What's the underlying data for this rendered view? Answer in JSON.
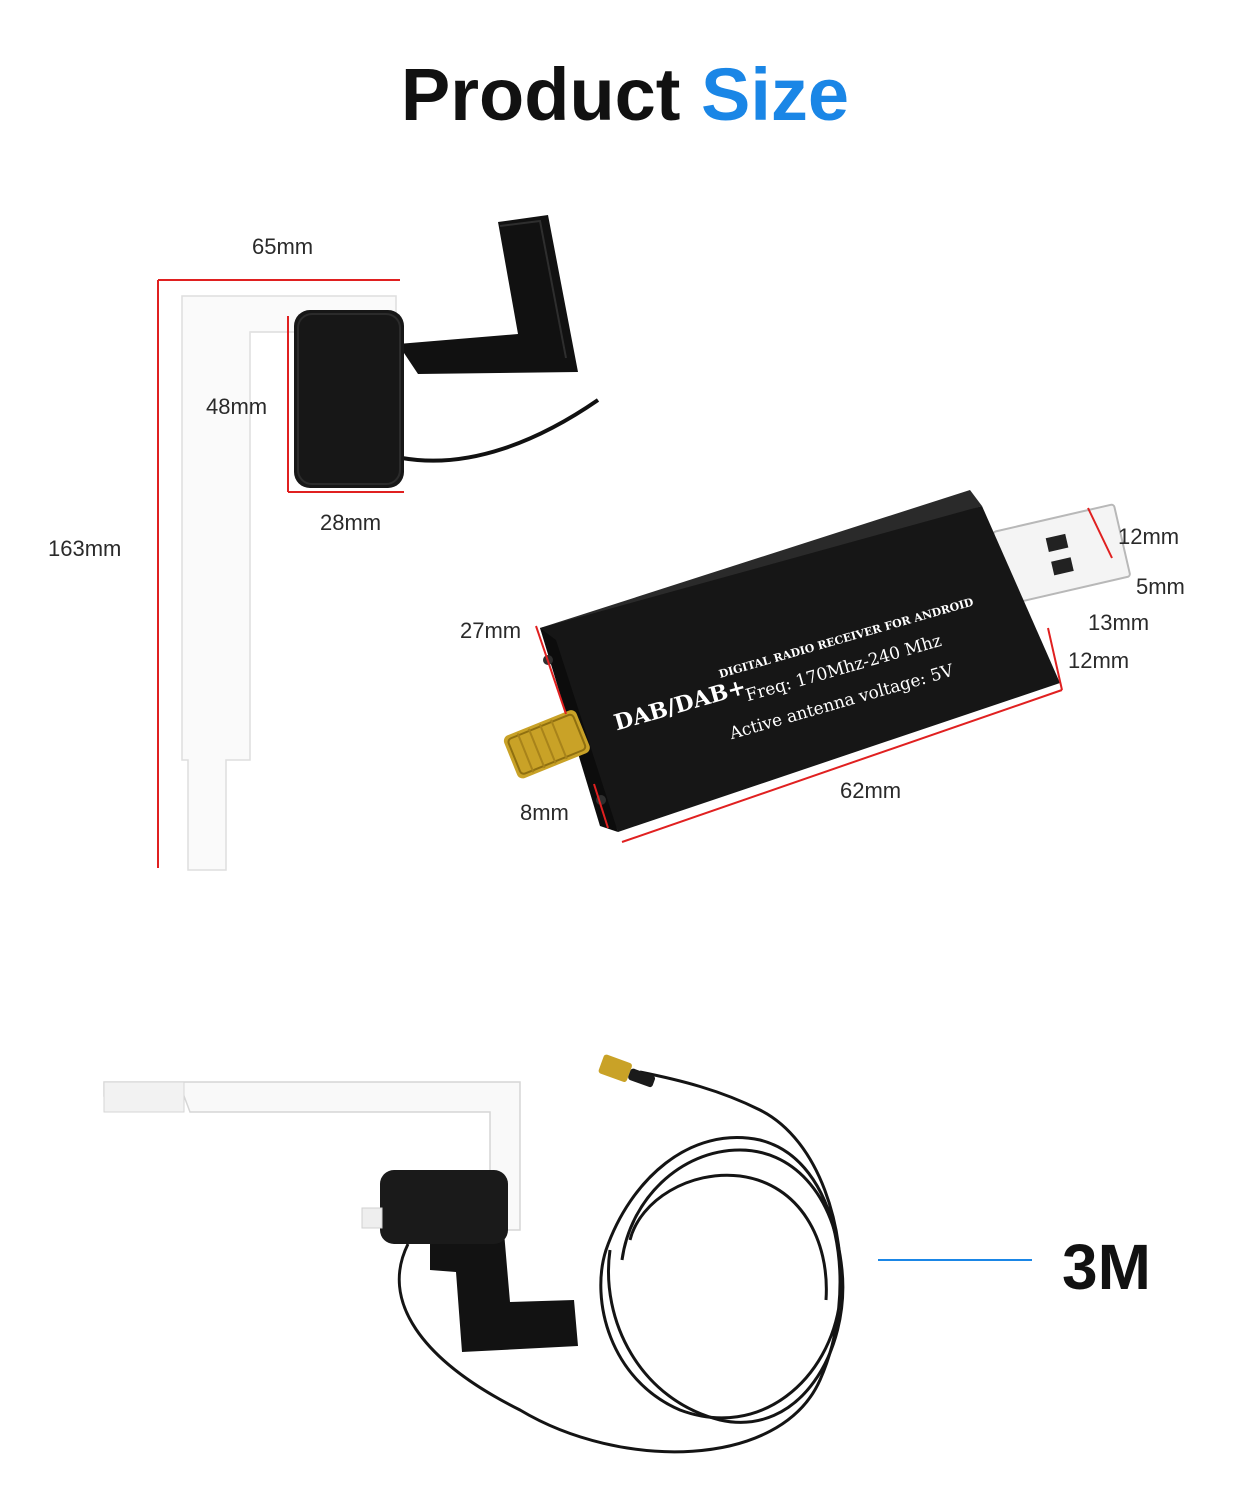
{
  "title": {
    "part1": "Product",
    "part2": "Size"
  },
  "colors": {
    "accent": "#1a86e6",
    "dimension_line": "#e02020",
    "text": "#111111"
  },
  "antenna_dimensions": {
    "width": "65mm",
    "height": "163mm",
    "pad_height": "48mm",
    "pad_width": "28mm"
  },
  "dongle_dimensions": {
    "usb_width": "12mm",
    "usb_thickness": "5mm",
    "body_width": "13mm",
    "body_height": "12mm",
    "body_end_height": "27mm",
    "connector_length": "8mm",
    "body_length": "62mm"
  },
  "dongle_label": {
    "brand": "DAB/DAB+",
    "subtitle": "DIGITAL RADIO RECEIVER FOR ANDROID",
    "freq": "Freq: 170Mhz-240 Mhz",
    "voltage": "Active antenna voltage: 5V"
  },
  "cable_length": "3M"
}
